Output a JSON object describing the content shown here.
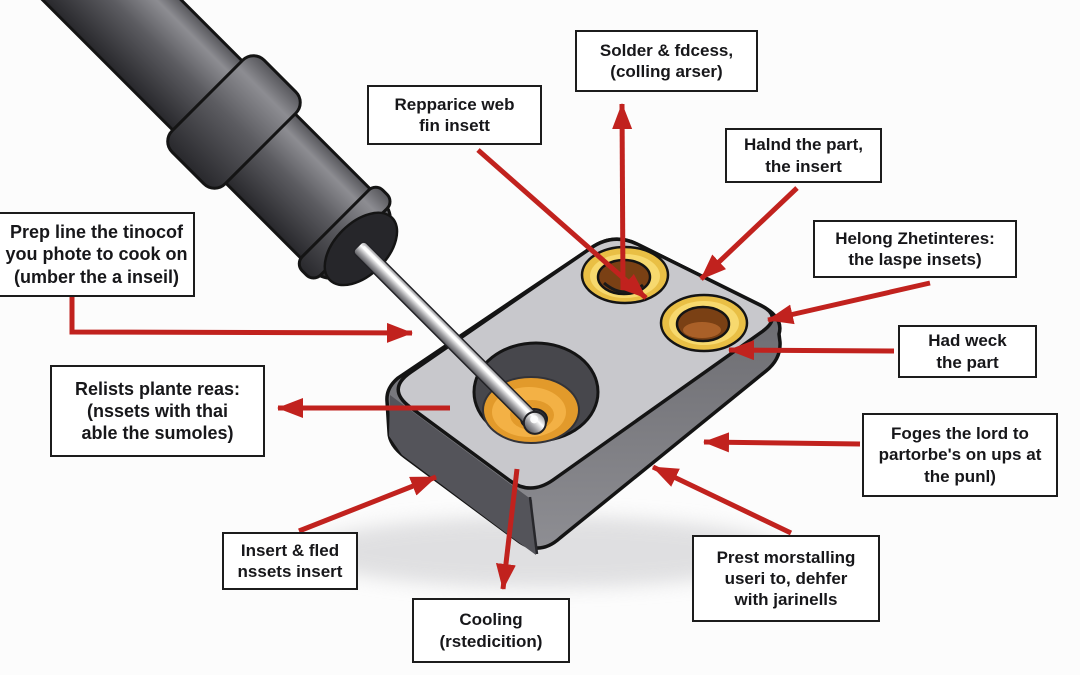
{
  "diagram": {
    "title_hint": "threaded-insert soldering installation diagram",
    "labels": [
      {
        "id": "solder",
        "text": "Solder & fdcess,\n(colling arser)"
      },
      {
        "id": "repparice",
        "text": "Repparice web\nfin insett"
      },
      {
        "id": "halnd",
        "text": "Halnd the part,\nthe insert"
      },
      {
        "id": "prep",
        "text": "Prep line the tinocof\nyou phote to cook on\n(umber the a inseil)"
      },
      {
        "id": "helong",
        "text": "Helong Zhetinteres:\nthe laspe insets)"
      },
      {
        "id": "hadweck",
        "text": "Had weck\nthe part"
      },
      {
        "id": "relists",
        "text": "Relists plante reas:\n(nssets with thai\nable the sumoles)"
      },
      {
        "id": "foges",
        "text": "Foges the lord to\npartorbe's on ups at\nthe punl)"
      },
      {
        "id": "insertfled",
        "text": "Insert & fled\nnssets insert"
      },
      {
        "id": "prest",
        "text": "Prest morstalling\nuseri to, dehfer\nwith jarinells"
      },
      {
        "id": "cooling",
        "text": "Cooling\n(rstedicition)"
      }
    ],
    "colors": {
      "accent": "#c1221e",
      "outline": "#141414",
      "background": "#fcfcfc",
      "block_top": "#c8c8cc",
      "block_side_light": "#77777c",
      "block_side_dark": "#54545a",
      "insert_gold": "#e9bf45",
      "insert_gold_light": "#f7d96e",
      "insert_bore": "#7a4014",
      "insert_orange": "#e29a2b",
      "insert_orange_light": "#f3b145",
      "iron_gray": "#57575b"
    }
  }
}
